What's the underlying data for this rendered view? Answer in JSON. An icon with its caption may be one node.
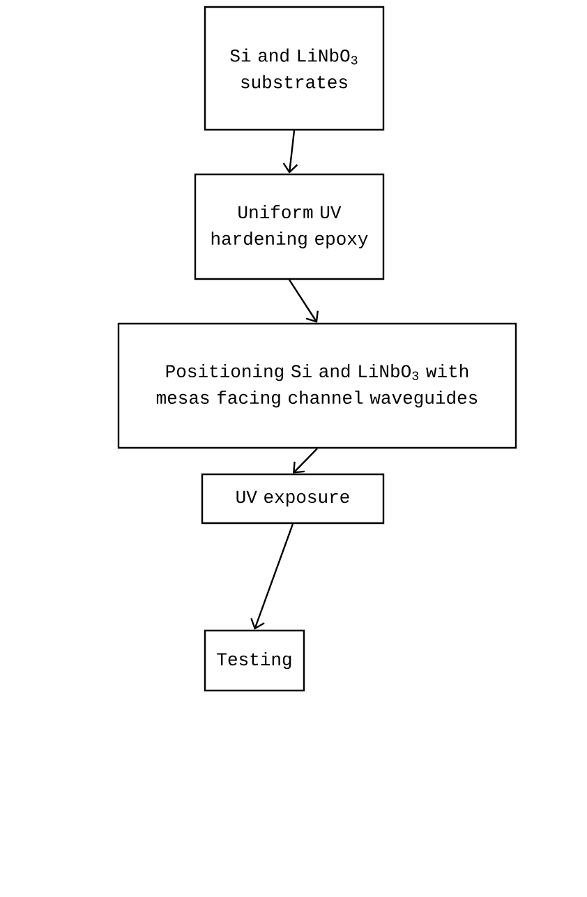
{
  "diagram": {
    "nodes": [
      {
        "text": [
          "Si and LiNbO$_{3}$ substrates"
        ]
      },
      {
        "text": [
          "Uniform UV hardening epoxy"
        ]
      },
      {
        "text": [
          "Positioning Si and LiNbO$_{3}$ with mesas facing channel waveguides"
        ]
      },
      {
        "text": [
          "UV exposure"
        ]
      },
      {
        "text": [
          "Testing"
        ]
      }
    ],
    "edges": [
      {
        "from": 0,
        "to": 1,
        "arrow": "to"
      },
      {
        "from": 1,
        "to": 2,
        "arrow": "to"
      },
      {
        "from": 2,
        "to": 3,
        "arrow": "to"
      },
      {
        "from": 3,
        "to": 4,
        "arrow": "to"
      }
    ]
  }
}
